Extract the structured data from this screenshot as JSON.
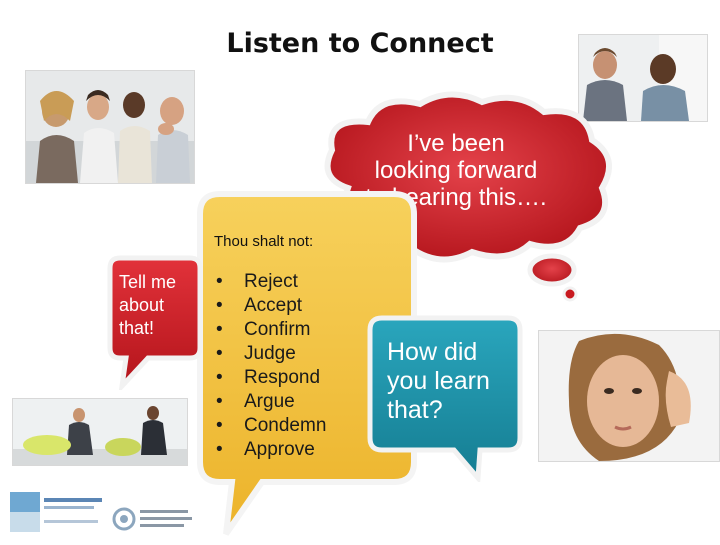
{
  "slide": {
    "title": "Listen to Connect",
    "thought_bubble": {
      "lines": [
        "I’ve been",
        "looking forward",
        "to hearing this…."
      ],
      "color": "#d01d24"
    },
    "yellow_bubble": {
      "heading": "Thou shalt not:",
      "items": [
        "Reject",
        "Accept",
        "Confirm",
        "Judge",
        "Respond",
        "Argue",
        "Condemn",
        "Approve"
      ],
      "color": "#f2c339"
    },
    "red_bubble": {
      "lines": [
        "Tell me",
        "about",
        "that!"
      ],
      "color": "#c8191f"
    },
    "teal_bubble": {
      "lines": [
        "How did",
        "you learn",
        "that?"
      ],
      "color": "#1f8fa6"
    }
  }
}
